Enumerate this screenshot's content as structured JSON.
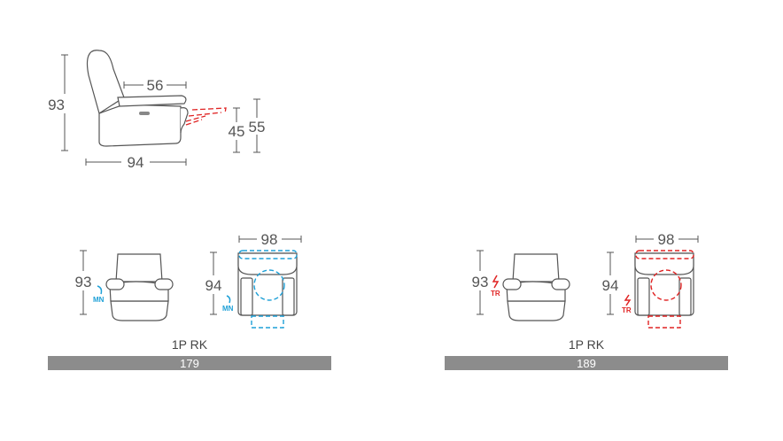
{
  "colors": {
    "outline": "#555555",
    "manual": "#1ea0d7",
    "electric": "#e02424",
    "bar": "#8c8c8c"
  },
  "side_view": {
    "height": "93",
    "seat_depth": "56",
    "depth": "94",
    "seat_height": "45",
    "arm_height": "55"
  },
  "models": [
    {
      "front_height": "93",
      "top_depth": "94",
      "top_width": "98",
      "mechanism": "MN",
      "name": "1P RK",
      "price": "179"
    },
    {
      "front_height": "93",
      "top_depth": "94",
      "top_width": "98",
      "mechanism": "TR",
      "name": "1P RK",
      "price": "189"
    }
  ]
}
